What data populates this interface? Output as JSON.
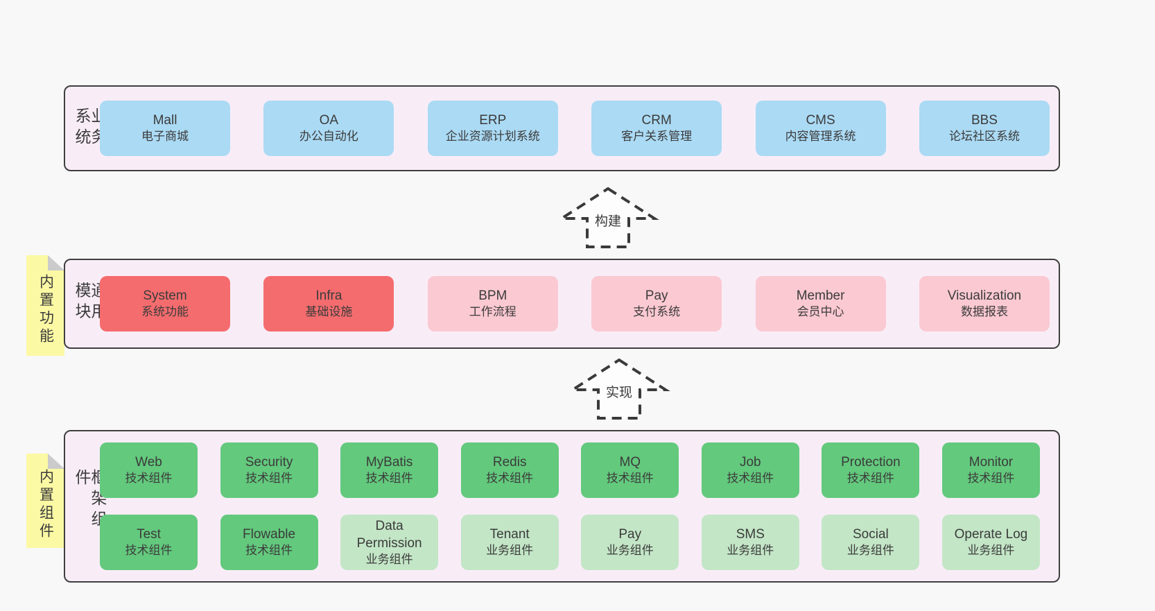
{
  "colors": {
    "page_bg": "#f8f8f8",
    "band_bg": "#f8edf7",
    "band_border": "#3f3f3f",
    "box_text": "#3b3b3b",
    "blue": "#abdaf4",
    "red": "#f56c6e",
    "pink": "#fbc9d2",
    "green": "#63c97d",
    "green_light": "#c3e6c6",
    "sticky_yellow": "#fcf9a4",
    "sticky_fold": "#cbcbcb",
    "arrow": "#3a3a3a",
    "arrow_fill": "#fdfdfd"
  },
  "bands": [
    {
      "id": "business-systems",
      "label": "业务系统",
      "sticky": null,
      "rows": [
        [
          {
            "title": "Mall",
            "subtitle": "电子商城",
            "color": "blue"
          },
          {
            "title": "OA",
            "subtitle": "办公自动化",
            "color": "blue"
          },
          {
            "title": "ERP",
            "subtitle": "企业资源计划系统",
            "color": "blue"
          },
          {
            "title": "CRM",
            "subtitle": "客户关系管理",
            "color": "blue"
          },
          {
            "title": "CMS",
            "subtitle": "内容管理系统",
            "color": "blue"
          },
          {
            "title": "BBS",
            "subtitle": "论坛社区系统",
            "color": "blue"
          }
        ]
      ]
    },
    {
      "id": "common-modules",
      "label": "通用模块",
      "sticky": "内置功能",
      "rows": [
        [
          {
            "title": "System",
            "subtitle": "系统功能",
            "color": "red"
          },
          {
            "title": "Infra",
            "subtitle": "基础设施",
            "color": "red"
          },
          {
            "title": "BPM",
            "subtitle": "工作流程",
            "color": "pink"
          },
          {
            "title": "Pay",
            "subtitle": "支付系统",
            "color": "pink"
          },
          {
            "title": "Member",
            "subtitle": "会员中心",
            "color": "pink"
          },
          {
            "title": "Visualization",
            "subtitle": "数据报表",
            "color": "pink"
          }
        ]
      ]
    },
    {
      "id": "framework-components",
      "label": "框架组件",
      "sticky": "内置组件",
      "rows": [
        [
          {
            "title": "Web",
            "subtitle": "技术组件",
            "color": "green"
          },
          {
            "title": "Security",
            "subtitle": "技术组件",
            "color": "green"
          },
          {
            "title": "MyBatis",
            "subtitle": "技术组件",
            "color": "green"
          },
          {
            "title": "Redis",
            "subtitle": "技术组件",
            "color": "green"
          },
          {
            "title": "MQ",
            "subtitle": "技术组件",
            "color": "green"
          },
          {
            "title": "Job",
            "subtitle": "技术组件",
            "color": "green"
          },
          {
            "title": "Protection",
            "subtitle": "技术组件",
            "color": "green"
          },
          {
            "title": "Monitor",
            "subtitle": "技术组件",
            "color": "green"
          }
        ],
        [
          {
            "title": "Test",
            "subtitle": "技术组件",
            "color": "green"
          },
          {
            "title": "Flowable",
            "subtitle": "技术组件",
            "color": "green"
          },
          {
            "title": "Data Permission",
            "subtitle": "业务组件",
            "color": "green-light"
          },
          {
            "title": "Tenant",
            "subtitle": "业务组件",
            "color": "green-light"
          },
          {
            "title": "Pay",
            "subtitle": "业务组件",
            "color": "green-light"
          },
          {
            "title": "SMS",
            "subtitle": "业务组件",
            "color": "green-light"
          },
          {
            "title": "Social",
            "subtitle": "业务组件",
            "color": "green-light"
          },
          {
            "title": "Operate Log",
            "subtitle": "业务组件",
            "color": "green-light"
          }
        ]
      ]
    }
  ],
  "arrows": [
    {
      "id": "build",
      "label": "构建"
    },
    {
      "id": "implement",
      "label": "实现"
    }
  ]
}
